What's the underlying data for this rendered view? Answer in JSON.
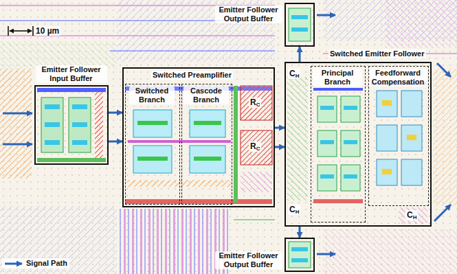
{
  "diagram": {
    "nodes": [
      {
        "text": [
          "Emitter Follower Input Buffer"
        ]
      },
      {
        "text": [
          "Switched Preamplifier"
        ]
      },
      {
        "text": [
          "Switched Branch"
        ],
        "in": 1
      },
      {
        "text": [
          "Cascode Branch"
        ],
        "in": 1
      },
      {
        "text": [
          "Switched Emitter Follower"
        ]
      },
      {
        "text": [
          "Principal Branch"
        ],
        "in": 4
      },
      {
        "text": [
          "Feedforward Compensation"
        ],
        "in": 4
      },
      {
        "text": [
          "Emitter Follower Output Buffer"
        ]
      },
      {
        "text": [
          "Emitter Follower Output Buffer"
        ]
      }
    ],
    "edges": [
      {
        "from": 0,
        "to": 1,
        "arrow": "to"
      },
      {
        "from": 0,
        "to": 1,
        "arrow": "to"
      },
      {
        "from": 1,
        "to": 4,
        "arrow": "to"
      },
      {
        "from": 1,
        "to": 4,
        "arrow": "to"
      },
      {
        "from": 4,
        "to": 7,
        "arrow": "to"
      },
      {
        "from": 4,
        "to": 8,
        "arrow": "to"
      }
    ],
    "labels": [
      "10 µm",
      "RC",
      "RC",
      "CH",
      "CH",
      "CH"
    ],
    "legend": [
      {
        "text": "Signal Path"
      }
    ]
  }
}
